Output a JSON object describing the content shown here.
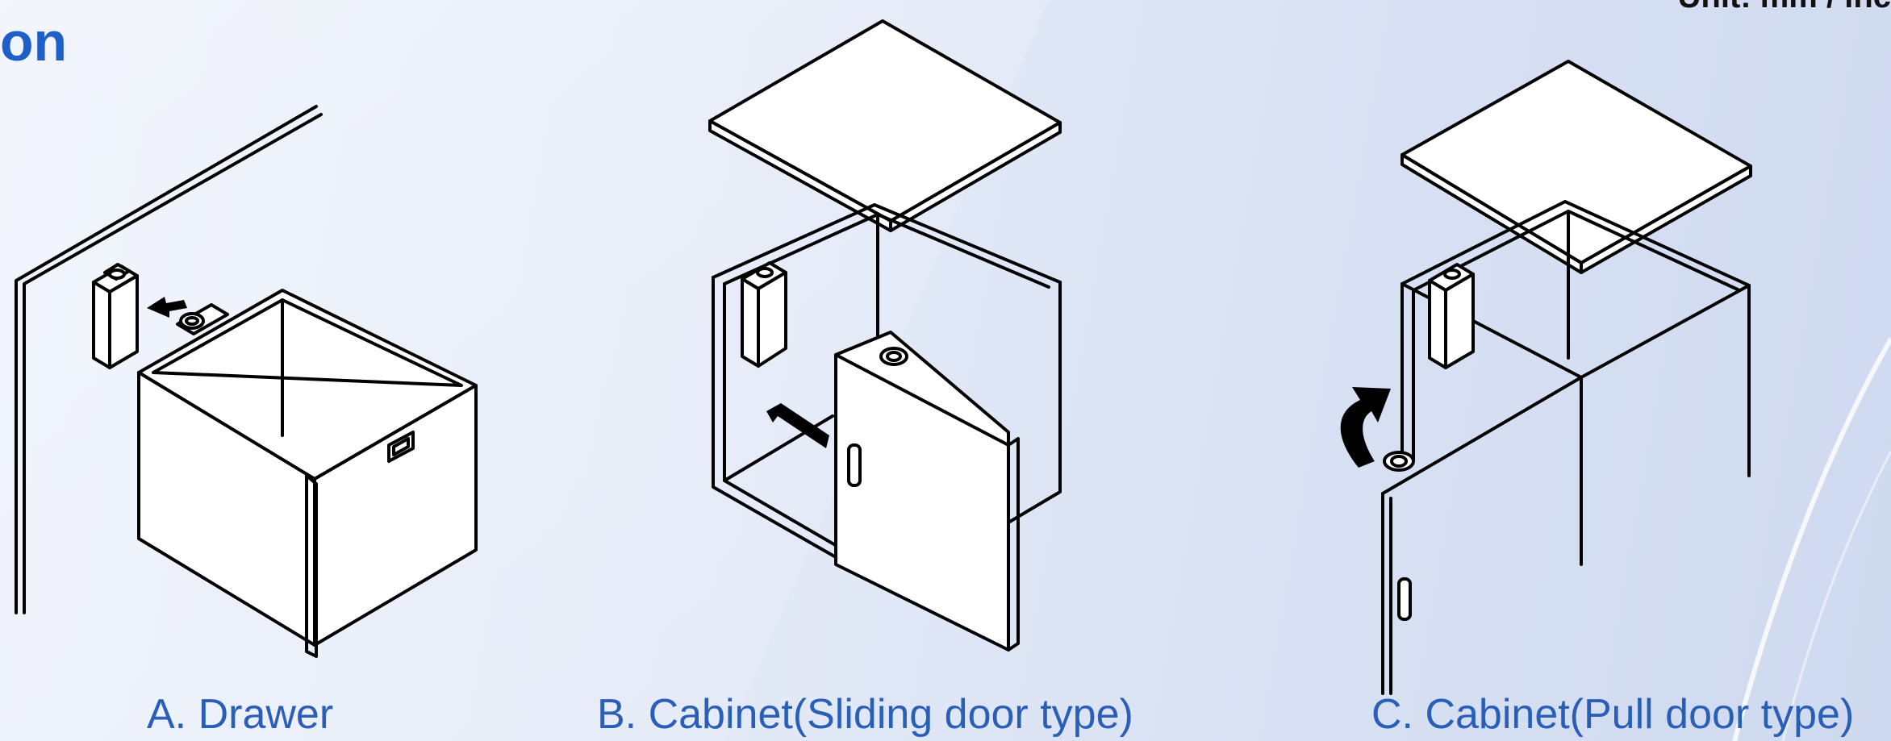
{
  "header": {
    "heading_fragment": "on",
    "unit_fragment": "Unit: mm / inc",
    "faint_top_fragment": ""
  },
  "diagrams": [
    {
      "id": "A",
      "caption": "A. Drawer"
    },
    {
      "id": "B",
      "caption": "B. Cabinet(Sliding door type)"
    },
    {
      "id": "C",
      "caption": "C. Cabinet(Pull door type)"
    }
  ],
  "colors": {
    "heading": "#1f5fc8",
    "caption": "#2a5fb8",
    "line": "#000000",
    "background": "#e4eaf7"
  }
}
